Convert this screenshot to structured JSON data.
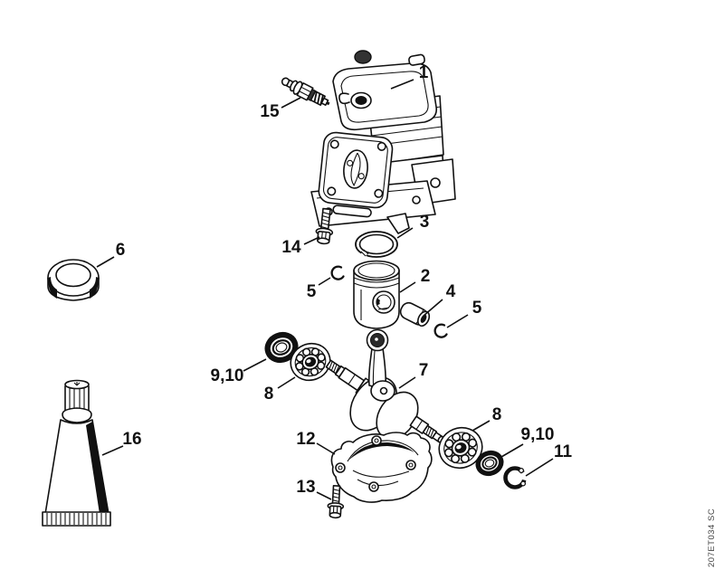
{
  "diagram": {
    "background_color": "#ffffff",
    "line_color": "#111111",
    "watermark": "207ET034 SC",
    "callouts": [
      {
        "text": "1"
      },
      {
        "text": "15"
      },
      {
        "text": "14"
      },
      {
        "text": "3"
      },
      {
        "text": "5"
      },
      {
        "text": "2"
      },
      {
        "text": "4"
      },
      {
        "text": "5"
      },
      {
        "text": "6"
      },
      {
        "text": "9,10"
      },
      {
        "text": "8"
      },
      {
        "text": "7"
      },
      {
        "text": "8"
      },
      {
        "text": "9,10"
      },
      {
        "text": "11"
      },
      {
        "text": "12"
      },
      {
        "text": "13"
      },
      {
        "text": "16"
      }
    ]
  }
}
